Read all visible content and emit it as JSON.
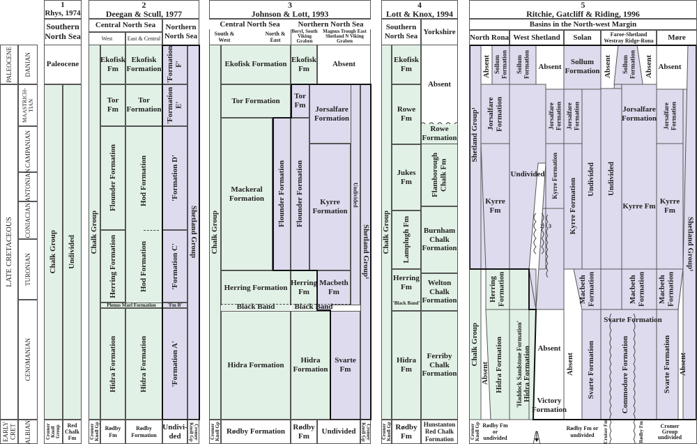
{
  "timescale": {
    "epochs": [
      "PALEOCENE",
      "LATE CRETACEOUS",
      "EARLY CRET"
    ],
    "stages": [
      "DANIAN",
      "MAASTRICH-TIAN",
      "CAMPANIAN",
      "SANTONIAN",
      "CONIACIAN",
      "TURONIAN",
      "CENOMANIAN",
      "ALBIAN"
    ]
  },
  "col1": {
    "number": "1",
    "author": "Rhys, 1974",
    "region": "Southern North Sea",
    "paleocene": "Paleocene",
    "chalk_group": "Chalk Group",
    "undivided": "Undivided",
    "cromer": "Cromer Knoll Group",
    "red_chalk": "Red Chalk Fm"
  },
  "col2": {
    "number": "2",
    "author": "Deegan & Scull, 1977",
    "region_central": "Central North Sea",
    "sub_west": "West",
    "sub_east": "East & Central",
    "region_northern": "Northern North Sea",
    "chalk_group": "Chalk Group",
    "west": [
      "Ekofisk Fm",
      "Tor Fm",
      "Flounder Formation",
      "Herring Formation",
      "Hidra Formation",
      "Rødby Fm"
    ],
    "east": [
      "Ekofisk Formation",
      "Tor Formation",
      "Hod Formation",
      "Hod Formation",
      "Hidra Formation",
      "Rødby Formation"
    ],
    "plenus": "Plenus Marl Formation",
    "north": [
      "'Formation F'",
      "'Formation E'",
      "'Formation D'",
      "'Formation C'",
      "'Fm B'",
      "'Formation A'"
    ],
    "shetland": "Shetland Group",
    "undivided": "Undivi-ded",
    "cromer": "Cromer Knoll Gp"
  },
  "col3": {
    "number": "3",
    "author": "Johnson & Lott, 1993",
    "region_central": "Central North Sea",
    "sub_sw": "South & West",
    "sub_ne": "North & East",
    "region_northern": "Northern North Sea",
    "sub_beryl": "Beryl, South Viking Graben",
    "sub_magnus": "Magnus Trough East Shetland N Viking Graben",
    "chalk_group": "Chalk Group",
    "ekofisk": "Ekofisk Formation",
    "ekofisk_fm": "Ekofisk Fm",
    "absent": "Absent",
    "tor": "Tor Formation",
    "tor_fm": "Tor Fm",
    "jorsalfare": "Jorsalfare Formation",
    "mackeral": "Mackeral Formation",
    "flounder1": "Flounder Formation",
    "flounder2": "Flounder Formation",
    "kyrre": "Kyrre Formation",
    "undivided_v": "Undivided",
    "shetland": "Shetland Group¹",
    "herring": "Herring Formation",
    "herring_fm": "Herring Fm",
    "macbeth": "Macbeth Fm",
    "black_band1": "Black Band",
    "black_band2": "Black",
    "black_band3": "Band",
    "hidra1": "Hidra Formation",
    "hidra2": "Hidra Formation",
    "svarte": "Svarte Fm",
    "cromer": "Cromer Knoll Gp",
    "rodby1": "Rødby Formation",
    "rodby2": "Rødby Fm",
    "undivided": "Undivided",
    "cromer2": "Cromer Knoll Gp"
  },
  "col4": {
    "number": "4",
    "author": "Lott & Knox, 1994",
    "region_south": "Southern North Sea",
    "region_york": "Yorkshire",
    "chalk_group": "Chalk Group",
    "south": [
      "Ekofisk Fm",
      "Rowe Fm",
      "Jukes Fm",
      "Lamplugh Fm",
      "Herring Fm",
      "Hidra Fm",
      "Rødby Fm"
    ],
    "black_band": "'Black Band'",
    "york": [
      "Absent",
      "Rowe Formation",
      "Flamborough Chalk Fm",
      "Burnham Chalk Formation",
      "Welton Chalk Formation",
      "Ferriby Chalk Formation",
      "Hunstanton Red Chalk Formation"
    ],
    "cromer": "Cromer Knoll Gp"
  },
  "col5": {
    "number": "5",
    "author": "Ritchie, Gatcliff & Riding, 1996",
    "region": "Basins in the North-west Margin",
    "areas": [
      "North Rona",
      "West Shetland",
      "Solan",
      "Faroe-Shetland Westray Ridge-Rona",
      "Møre"
    ],
    "shetland": "Shetland Group¹",
    "shetland2": "Shetland Group¹",
    "chalk_group": "Chalk Group",
    "north_rona": {
      "absent_top": "Absent",
      "sollum": "Sollum Formation",
      "jorsalfare": "Jorsalfare Formation",
      "kyrre": "Kyrre Fm",
      "herring": "Herring Formation",
      "absent": "Absent",
      "hidra": "Hidra Formation",
      "cromer": "Cromer Knoll Gp",
      "rodby": "Rødby Fm or undivided"
    },
    "west_shetland": {
      "sollum": "Sollum Formation",
      "absent_top": "Absent",
      "undivided": "Undivided",
      "jorsalfare": "Jorsalfare Formation",
      "kyrre": "Kyrre Formation",
      "n2": "2",
      "n3": "3",
      "haddock": "'Haddock Sandstone Formation'",
      "hidra": "Hidra Formation",
      "absent": "Absent",
      "victory": "Victory Formation"
    },
    "solan": {
      "sollum": "Sollum Formation",
      "jorsalfare": "Jorsalfare Formation",
      "kyrre": "Kyrre Formation",
      "undivided": "Undivided",
      "macbeth": "Macbeth Formation",
      "absent": "Absent",
      "svarte": "Svarte Formation",
      "rodby": "Rødby Fm or undivided"
    },
    "faroe": {
      "absent1": "Absent",
      "sollum": "Sollum Formation",
      "absent2": "Absent",
      "undivided": "Undivided",
      "jorsalfare": "Jorsalfare Formation",
      "kyrre": "Kyrre Fm",
      "macbeth": "Macbeth Formation",
      "svarte": "Svarte Formation",
      "commodore": "Commodore Formation",
      "cruiser": "Cruiser Fm",
      "rodby": "Rødby Fm"
    },
    "more": {
      "absent_top": "Absent",
      "jorsalfare": "Jorsalfare Formation",
      "kyrre": "Kyrre Fm",
      "macbeth": "Macbeth Formation",
      "svarte": "Svarte Formation",
      "absent": "Absent",
      "cromer": "Cromer Group undivided"
    }
  },
  "colors": {
    "chalk_green": "#e2f1e6",
    "shetland_purple": "#dedbee",
    "border": "#555555"
  }
}
